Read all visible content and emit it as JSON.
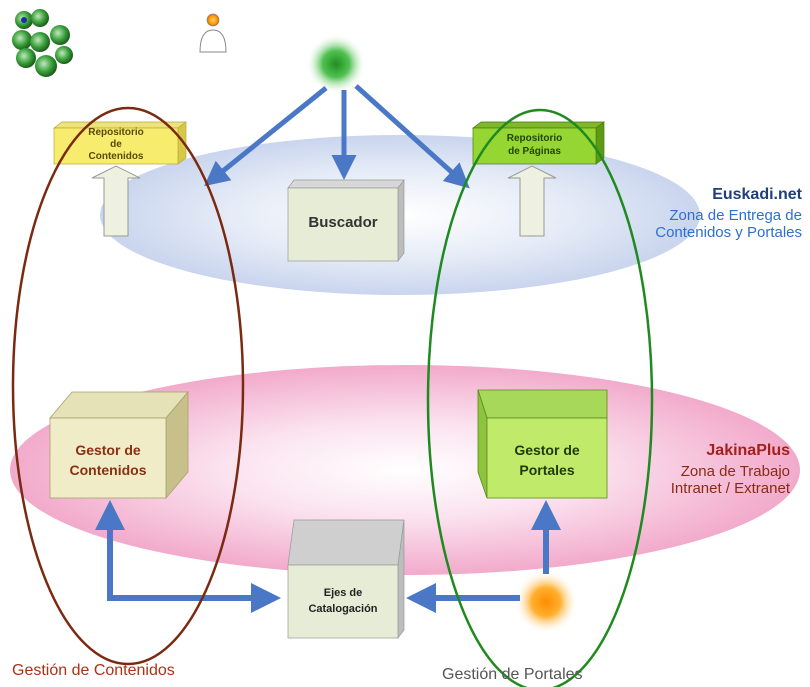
{
  "zones": {
    "top": {
      "title": "Euskadi.net",
      "subtitle_1": "Zona de Entrega de",
      "subtitle_2": "Contenidos y Portales",
      "title_color": "#1f3f7a",
      "subtitle_color": "#2f6fd0"
    },
    "bottom": {
      "title": "JakinaPlus",
      "subtitle_1": "Zona de Trabajo",
      "subtitle_2": "Intranet / Extranet",
      "title_color": "#a4201c",
      "subtitle_color": "#8a2a14"
    }
  },
  "boxes": {
    "repositorio_contenidos": {
      "line1": "Repositorio",
      "line2": "de",
      "line3": "Contenidos"
    },
    "repositorio_paginas": {
      "line1": "Repositorio",
      "line2": "de Páginas"
    },
    "buscador": {
      "label": "Buscador"
    },
    "gestor_contenidos": {
      "line1": "Gestor de",
      "line2": "Contenidos"
    },
    "gestor_portales": {
      "line1": "Gestor de",
      "line2": "Portales"
    },
    "ejes": {
      "line1": "Ejes de",
      "line2": "Catalogación"
    }
  },
  "groups": {
    "contenidos": "Gestión de Contenidos",
    "portales": "Gestión de Portales"
  },
  "colors": {
    "arrow": "#4a78c6",
    "ellipse_contenidos": "#7a2a10",
    "ellipse_portales": "#1f8a1f",
    "group_contenidos_text": "#b03015",
    "group_portales_text": "#555555"
  },
  "icons": [
    "users-group-icon",
    "user-icon",
    "green-glow-icon",
    "orange-glow-icon"
  ]
}
